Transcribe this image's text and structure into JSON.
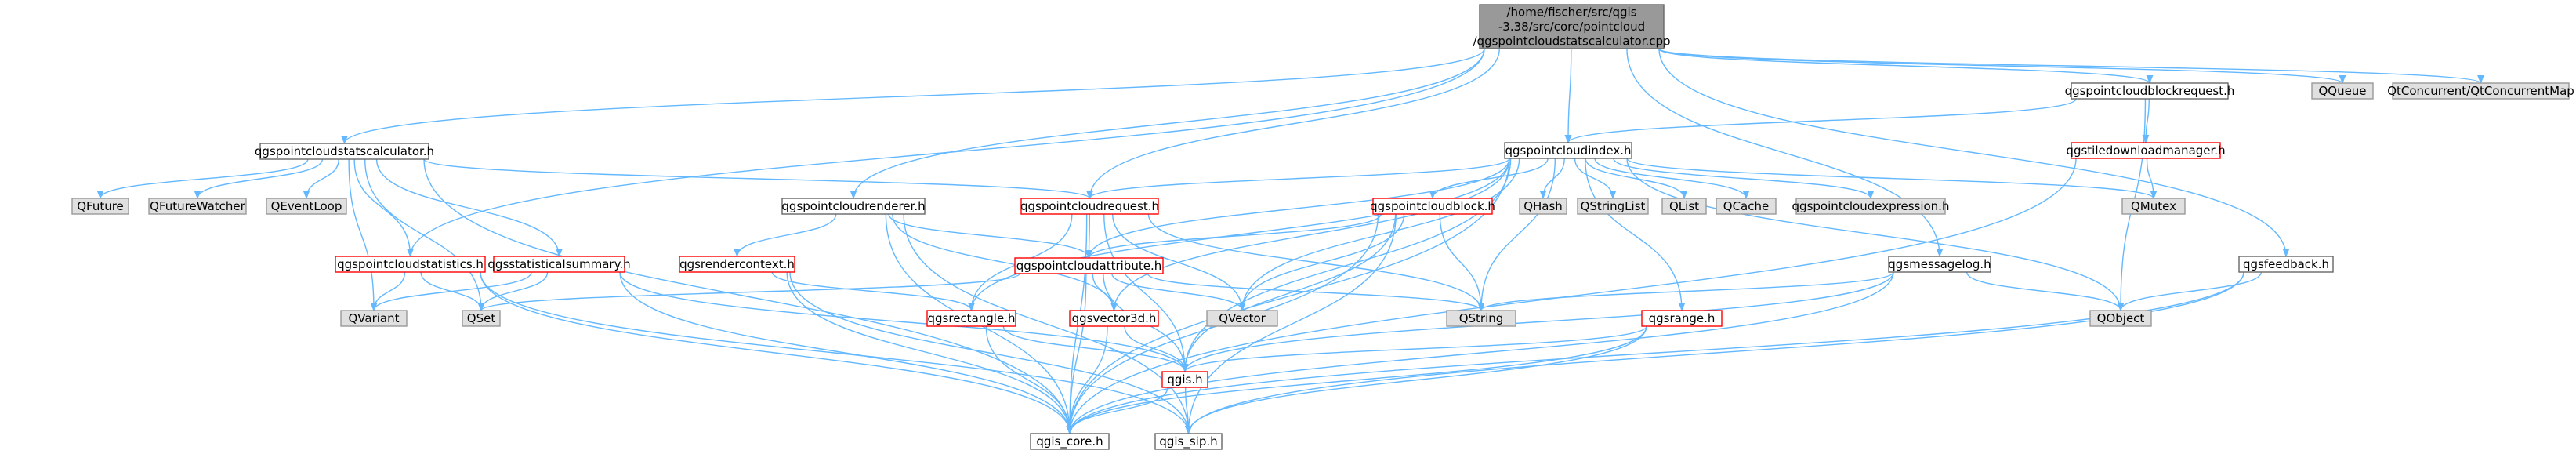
{
  "colors": {
    "root_fill": "#999999",
    "root_stroke": "#666666",
    "plain_fill": "#ffffff",
    "plain_stroke": "#666666",
    "red_stroke": "#ff0000",
    "ext_fill": "#e0e0e0",
    "ext_stroke": "#999999",
    "edge": "#63b8ff",
    "text": "#000000"
  },
  "nodes": [
    {
      "id": "root",
      "lines": [
        "/home/fischer/src/qgis",
        "-3.38/src/core/pointcloud",
        "/qgspointcloudstatscalculator.cpp"
      ],
      "style": "root"
    },
    {
      "id": "statscalc_h",
      "lines": [
        "qgspointcloudstatscalculator.h"
      ],
      "style": "plain"
    },
    {
      "id": "qgis_core",
      "lines": [
        "qgis_core.h"
      ],
      "style": "plain"
    },
    {
      "id": "qfuture",
      "lines": [
        "QFuture"
      ],
      "style": "ext"
    },
    {
      "id": "qfuturewatcher",
      "lines": [
        "QFutureWatcher"
      ],
      "style": "ext"
    },
    {
      "id": "qeventloop",
      "lines": [
        "QEventLoop"
      ],
      "style": "ext"
    },
    {
      "id": "request_h",
      "lines": [
        "qgspointcloudrequest.h"
      ],
      "style": "red"
    },
    {
      "id": "attribute_h",
      "lines": [
        "qgspointcloudattribute.h"
      ],
      "style": "red"
    },
    {
      "id": "qgis_h",
      "lines": [
        "qgis.h"
      ],
      "style": "red"
    },
    {
      "id": "qgis_sip",
      "lines": [
        "qgis_sip.h"
      ],
      "style": "plain"
    },
    {
      "id": "qset",
      "lines": [
        "QSet"
      ],
      "style": "ext"
    },
    {
      "id": "qvector",
      "lines": [
        "QVector"
      ],
      "style": "ext"
    },
    {
      "id": "vector3d_h",
      "lines": [
        "qgsvector3d.h"
      ],
      "style": "red"
    },
    {
      "id": "qstring",
      "lines": [
        "QString"
      ],
      "style": "ext"
    },
    {
      "id": "rectangle_h",
      "lines": [
        "qgsrectangle.h"
      ],
      "style": "red"
    },
    {
      "id": "statistics_h",
      "lines": [
        "qgspointcloudstatistics.h"
      ],
      "style": "red"
    },
    {
      "id": "statsummary_h",
      "lines": [
        "qgsstatisticalsummary.h"
      ],
      "style": "red"
    },
    {
      "id": "qvariant",
      "lines": [
        "QVariant"
      ],
      "style": "ext"
    },
    {
      "id": "renderer_h",
      "lines": [
        "qgspointcloudrenderer.h"
      ],
      "style": "plain"
    },
    {
      "id": "rendercontext_h",
      "lines": [
        "qgsrendercontext.h"
      ],
      "style": "red"
    },
    {
      "id": "index_h",
      "lines": [
        "qgspointcloudindex.h"
      ],
      "style": "plain"
    },
    {
      "id": "block_h",
      "lines": [
        "qgspointcloudblock.h"
      ],
      "style": "red"
    },
    {
      "id": "qhash",
      "lines": [
        "QHash"
      ],
      "style": "ext"
    },
    {
      "id": "qstringlist",
      "lines": [
        "QStringList"
      ],
      "style": "ext"
    },
    {
      "id": "qlist",
      "lines": [
        "QList"
      ],
      "style": "ext"
    },
    {
      "id": "qcache",
      "lines": [
        "QCache"
      ],
      "style": "ext"
    },
    {
      "id": "expression_h",
      "lines": [
        "qgspointcloudexpression.h"
      ],
      "style": "ext"
    },
    {
      "id": "qmutex",
      "lines": [
        "QMutex"
      ],
      "style": "ext"
    },
    {
      "id": "qobject",
      "lines": [
        "QObject"
      ],
      "style": "ext"
    },
    {
      "id": "range_h",
      "lines": [
        "qgsrange.h"
      ],
      "style": "red"
    },
    {
      "id": "blockrequest_h",
      "lines": [
        "qgspointcloudblockrequest.h"
      ],
      "style": "plain"
    },
    {
      "id": "tiledownload_h",
      "lines": [
        "qgstiledownloadmanager.h"
      ],
      "style": "red"
    },
    {
      "id": "messagelog_h",
      "lines": [
        "qgsmessagelog.h"
      ],
      "style": "plain"
    },
    {
      "id": "feedback_h",
      "lines": [
        "qgsfeedback.h"
      ],
      "style": "plain"
    },
    {
      "id": "qqueue",
      "lines": [
        "QQueue"
      ],
      "style": "ext"
    },
    {
      "id": "qtconcurrent",
      "lines": [
        "QtConcurrent/QtConcurrentMap"
      ],
      "style": "ext"
    }
  ],
  "edges": [
    [
      "root",
      "statscalc_h"
    ],
    [
      "root",
      "statistics_h"
    ],
    [
      "root",
      "renderer_h"
    ],
    [
      "root",
      "request_h"
    ],
    [
      "root",
      "index_h"
    ],
    [
      "root",
      "messagelog_h"
    ],
    [
      "root",
      "blockrequest_h"
    ],
    [
      "root",
      "feedback_h"
    ],
    [
      "root",
      "qqueue"
    ],
    [
      "root",
      "qtconcurrent"
    ],
    [
      "statscalc_h",
      "qgis_core"
    ],
    [
      "statscalc_h",
      "qfuture"
    ],
    [
      "statscalc_h",
      "qfuturewatcher"
    ],
    [
      "statscalc_h",
      "qeventloop"
    ],
    [
      "statscalc_h",
      "request_h"
    ],
    [
      "statscalc_h",
      "statistics_h"
    ],
    [
      "statscalc_h",
      "statsummary_h"
    ],
    [
      "statscalc_h",
      "qset"
    ],
    [
      "statscalc_h",
      "qvariant"
    ],
    [
      "request_h",
      "qgis_core"
    ],
    [
      "request_h",
      "qgis_h"
    ],
    [
      "request_h",
      "attribute_h"
    ],
    [
      "request_h",
      "qstring"
    ],
    [
      "request_h",
      "qvector"
    ],
    [
      "request_h",
      "rectangle_h"
    ],
    [
      "attribute_h",
      "qgis_core"
    ],
    [
      "attribute_h",
      "qgis_h"
    ],
    [
      "attribute_h",
      "qstring"
    ],
    [
      "attribute_h",
      "qvector"
    ],
    [
      "attribute_h",
      "qset"
    ],
    [
      "attribute_h",
      "vector3d_h"
    ],
    [
      "vector3d_h",
      "qgis_core"
    ],
    [
      "vector3d_h",
      "qgis_h"
    ],
    [
      "rectangle_h",
      "qgis_core"
    ],
    [
      "rectangle_h",
      "qgis_h"
    ],
    [
      "qgis_h",
      "qgis_core"
    ],
    [
      "qgis_h",
      "qgis_sip"
    ],
    [
      "statistics_h",
      "qgis_core"
    ],
    [
      "statistics_h",
      "qgis_sip"
    ],
    [
      "statistics_h",
      "qvariant"
    ],
    [
      "statistics_h",
      "qset"
    ],
    [
      "statsummary_h",
      "qgis_core"
    ],
    [
      "statsummary_h",
      "qgis_h"
    ],
    [
      "statsummary_h",
      "qvariant"
    ],
    [
      "statsummary_h",
      "qset"
    ],
    [
      "renderer_h",
      "qgis_core"
    ],
    [
      "renderer_h",
      "rendercontext_h"
    ],
    [
      "renderer_h",
      "attribute_h"
    ],
    [
      "renderer_h",
      "vector3d_h"
    ],
    [
      "renderer_h",
      "qgis_sip"
    ],
    [
      "rendercontext_h",
      "qgis_core"
    ],
    [
      "rendercontext_h",
      "qgis_sip"
    ],
    [
      "rendercontext_h",
      "rectangle_h"
    ],
    [
      "index_h",
      "qhash"
    ],
    [
      "index_h",
      "qstringlist"
    ],
    [
      "index_h",
      "qlist"
    ],
    [
      "index_h",
      "qcache"
    ],
    [
      "index_h",
      "expression_h"
    ],
    [
      "index_h",
      "qmutex"
    ],
    [
      "index_h",
      "qobject"
    ],
    [
      "index_h",
      "block_h"
    ],
    [
      "index_h",
      "request_h"
    ],
    [
      "index_h",
      "attribute_h"
    ],
    [
      "index_h",
      "range_h"
    ],
    [
      "index_h",
      "qgis_core"
    ],
    [
      "index_h",
      "rectangle_h"
    ],
    [
      "index_h",
      "vector3d_h"
    ],
    [
      "index_h",
      "qvector"
    ],
    [
      "index_h",
      "qstring"
    ],
    [
      "index_h",
      "qgis_h"
    ],
    [
      "block_h",
      "qgis_core"
    ],
    [
      "block_h",
      "qgis_sip"
    ],
    [
      "block_h",
      "attribute_h"
    ],
    [
      "block_h",
      "qvector"
    ],
    [
      "block_h",
      "qstring"
    ],
    [
      "block_h",
      "qgis_h"
    ],
    [
      "range_h",
      "qgis_core"
    ],
    [
      "range_h",
      "qgis_sip"
    ],
    [
      "range_h",
      "qgis_h"
    ],
    [
      "blockrequest_h",
      "index_h"
    ],
    [
      "blockrequest_h",
      "tiledownload_h"
    ],
    [
      "blockrequest_h",
      "qobject"
    ],
    [
      "tiledownload_h",
      "qmutex"
    ],
    [
      "tiledownload_h",
      "qgis_core"
    ],
    [
      "messagelog_h",
      "qgis_core"
    ],
    [
      "messagelog_h",
      "qgis_h"
    ],
    [
      "messagelog_h",
      "qstring"
    ],
    [
      "messagelog_h",
      "qobject"
    ],
    [
      "feedback_h",
      "qgis_core"
    ],
    [
      "feedback_h",
      "qgis_sip"
    ],
    [
      "feedback_h",
      "qobject"
    ]
  ]
}
